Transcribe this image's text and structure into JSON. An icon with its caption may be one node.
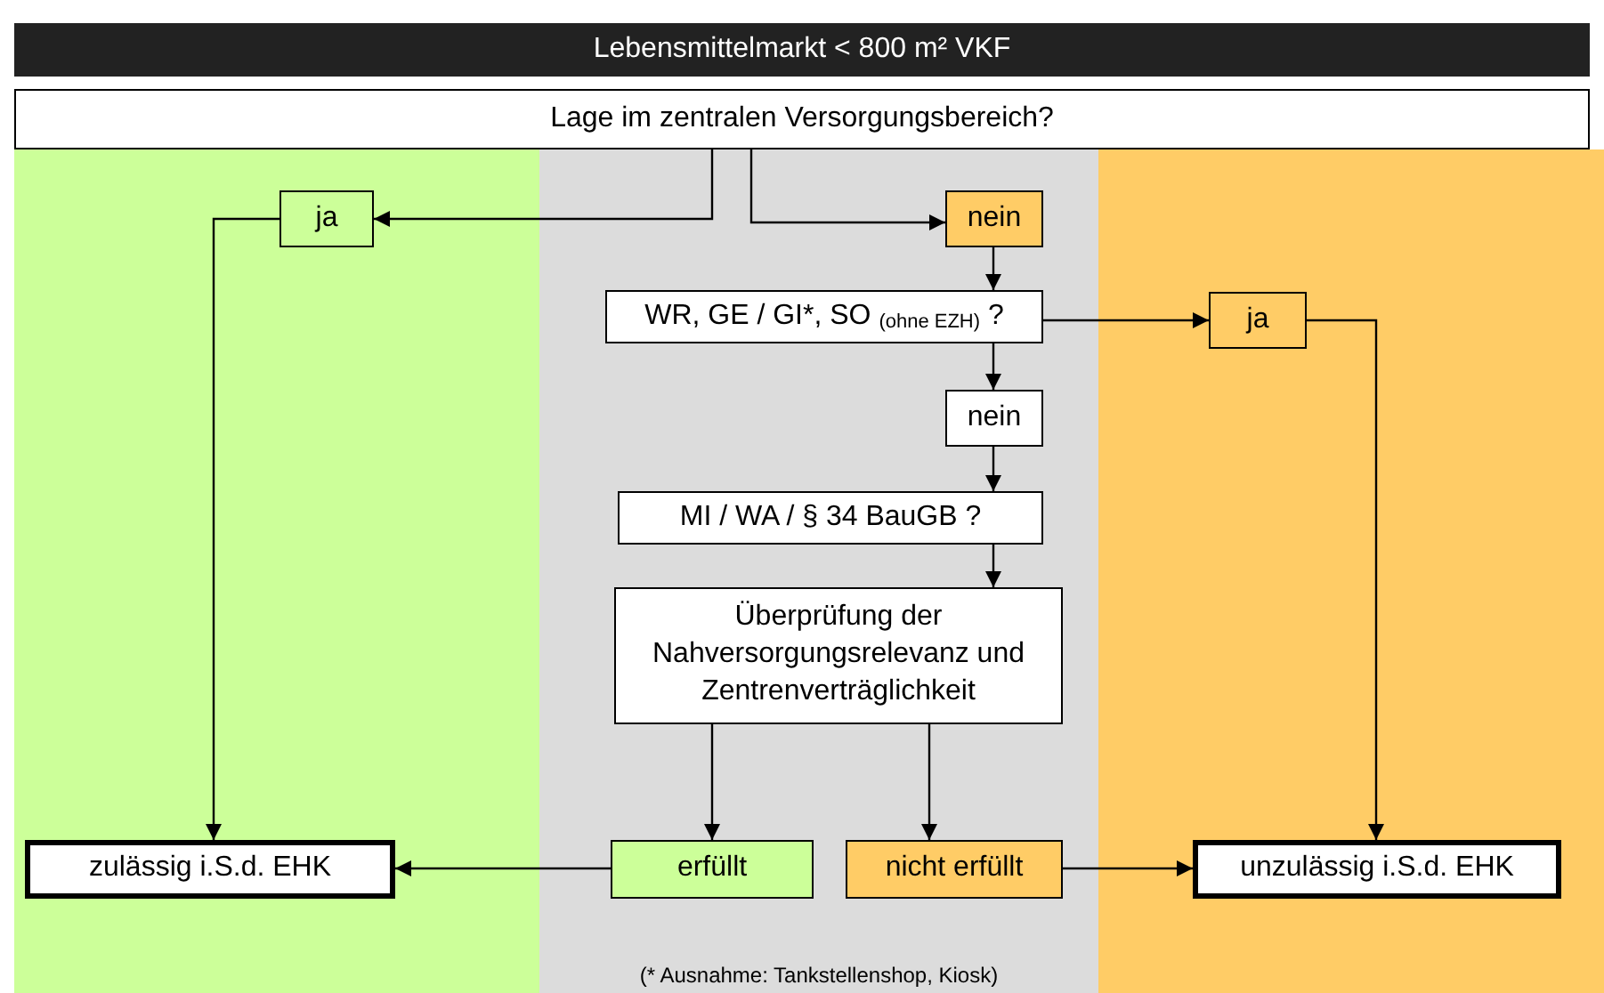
{
  "diagram": {
    "title": "Lebensmittelmarkt < 800 m² VKF",
    "nodes": [
      {
        "text": [
          "Lage im zentralen Versorgungsbereich?"
        ]
      },
      {
        "text": [
          "ja"
        ]
      },
      {
        "text": [
          "nein"
        ]
      },
      {
        "text": [
          "WR, GE / GI*, SO $_{(ohne EZH)}$ ?"
        ]
      },
      {
        "text": [
          "ja"
        ]
      },
      {
        "text": [
          "nein"
        ]
      },
      {
        "text": [
          "MI / WA / § 34 BauGB ?"
        ]
      },
      {
        "text": [
          "Überprüfung der Nahversorgungsrelevanz und Zentrenverträglichkeit"
        ]
      },
      {
        "text": [
          "zulässig i.S.d. EHK"
        ]
      },
      {
        "text": [
          "erfüllt"
        ]
      },
      {
        "text": [
          "nicht erfüllt"
        ]
      },
      {
        "text": [
          "unzulässig i.S.d. EHK"
        ]
      }
    ],
    "edges": [
      {
        "from": 0,
        "to": 1,
        "arrow": "to"
      },
      {
        "from": 0,
        "to": 2,
        "arrow": "to"
      },
      {
        "from": 1,
        "to": 8,
        "arrow": "to"
      },
      {
        "from": 2,
        "to": 3,
        "arrow": "to"
      },
      {
        "from": 3,
        "to": 4,
        "arrow": "to"
      },
      {
        "from": 3,
        "to": 5,
        "arrow": "to"
      },
      {
        "from": 4,
        "to": 11,
        "arrow": "to"
      },
      {
        "from": 5,
        "to": 6,
        "arrow": "to"
      },
      {
        "from": 6,
        "to": 7,
        "arrow": "to"
      },
      {
        "from": 7,
        "to": 9,
        "arrow": "to"
      },
      {
        "from": 7,
        "to": 10,
        "arrow": "to"
      },
      {
        "from": 9,
        "to": 8,
        "arrow": "to"
      },
      {
        "from": 10,
        "to": 11,
        "arrow": "to"
      }
    ],
    "labels": [
      "(* Ausnahme: Tankstellenshop, Kiosk)"
    ]
  }
}
